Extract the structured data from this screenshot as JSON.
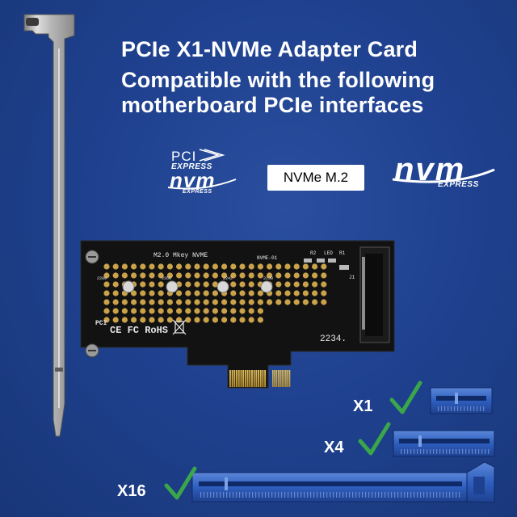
{
  "headline": {
    "line1": "PCIe X1-NVMe Adapter Card",
    "line2": "Compatible with the following",
    "line3": "motherboard PCIe interfaces"
  },
  "badge": {
    "label": "NVMe M.2"
  },
  "logos": {
    "pci_word": "PCI",
    "pci_express": "EXPRESS",
    "nvm": "nvm",
    "nvm_express": "EXPRESS"
  },
  "card": {
    "silkscreen_title": "M2.0 Mkey NVME",
    "model": "NVME-01",
    "r2": "R2",
    "led": "LED",
    "r1": "R1",
    "j1": "J1",
    "serial": "2234.",
    "sizes": [
      "2280",
      "2260",
      "2242",
      "2230"
    ],
    "marks": "CE FC RoHS",
    "pci_mark": "PCI"
  },
  "slots": [
    {
      "label": "X1",
      "compatible": true
    },
    {
      "label": "X4",
      "compatible": true
    },
    {
      "label": "X16",
      "compatible": true
    }
  ],
  "colors": {
    "background": "#1f418f",
    "check": "#3aa64a",
    "slot_blue": "#2f5fbf",
    "pcb": "#111111",
    "pad": "#c9a24a",
    "bracket": "#b8b8b8"
  }
}
